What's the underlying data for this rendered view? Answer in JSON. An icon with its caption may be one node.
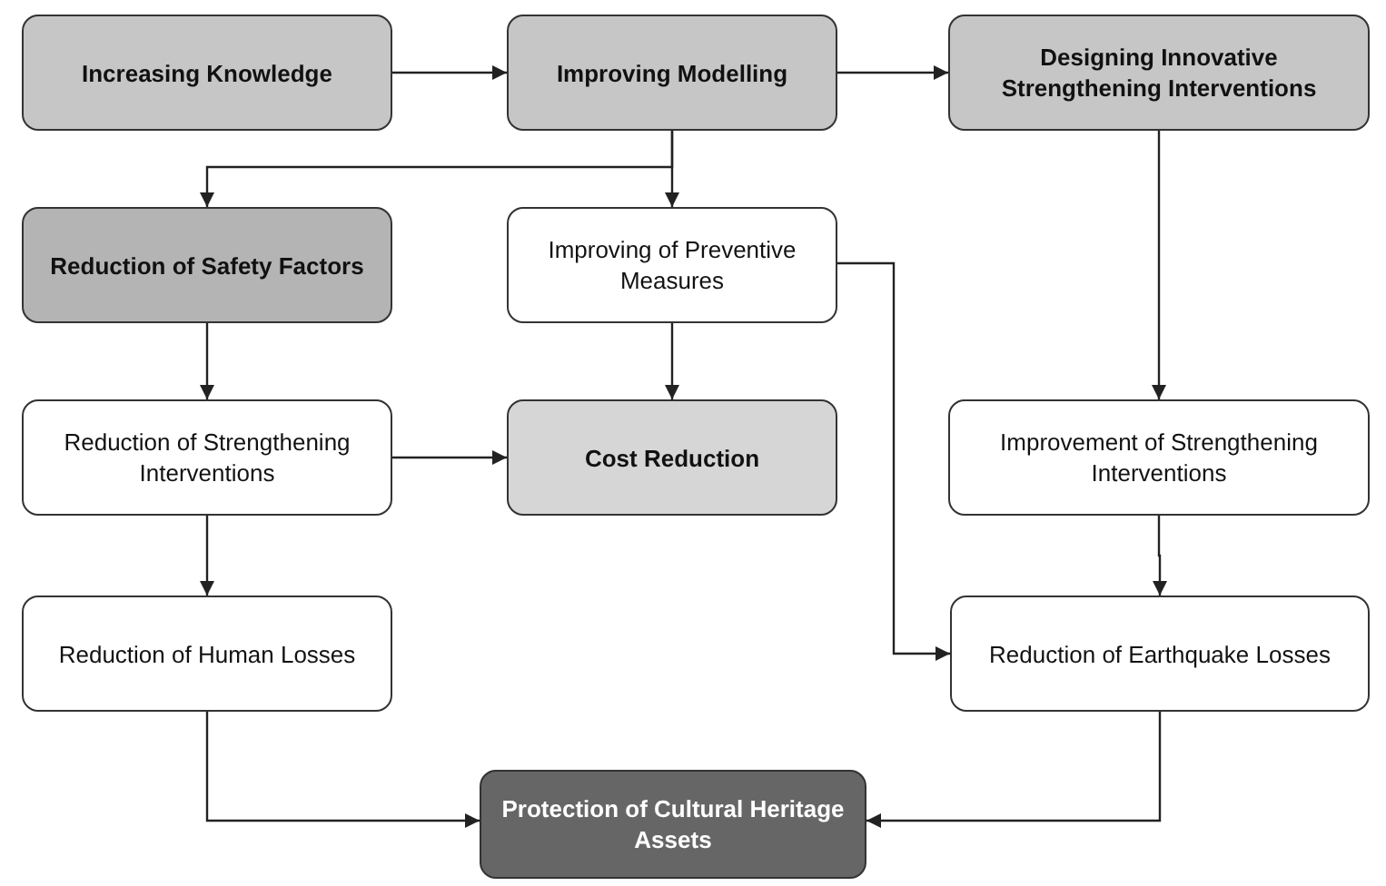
{
  "diagram": {
    "nodes": [
      {
        "text": [
          "Increasing Knowledge"
        ]
      },
      {
        "text": [
          "Improving Modelling"
        ]
      },
      {
        "text": [
          "Designing Innovative Strengthening Interventions"
        ]
      },
      {
        "text": [
          "Reduction of Safety Factors"
        ]
      },
      {
        "text": [
          "Improving of Preventive Measures"
        ]
      },
      {
        "text": [
          "Reduction of Strengthening Interventions"
        ]
      },
      {
        "text": [
          "Cost Reduction"
        ]
      },
      {
        "text": [
          "Improvement of Strengthening Interventions"
        ]
      },
      {
        "text": [
          "Reduction of Human Losses"
        ]
      },
      {
        "text": [
          "Reduction of Earthquake Losses"
        ]
      },
      {
        "text": [
          "Protection of Cultural Heritage Assets"
        ]
      }
    ],
    "edges": [
      {
        "from": 0,
        "to": 1,
        "arrow": "to"
      },
      {
        "from": 1,
        "to": 2,
        "arrow": "to"
      },
      {
        "from": 1,
        "to": 3,
        "arrow": "to"
      },
      {
        "from": 1,
        "to": 4,
        "arrow": "to"
      },
      {
        "from": 2,
        "to": 7,
        "arrow": "to"
      },
      {
        "from": 3,
        "to": 5,
        "arrow": "to"
      },
      {
        "from": 4,
        "to": 6,
        "arrow": "to"
      },
      {
        "from": 5,
        "to": 6,
        "arrow": "to"
      },
      {
        "from": 4,
        "to": 9,
        "arrow": "to"
      },
      {
        "from": 5,
        "to": 8,
        "arrow": "to"
      },
      {
        "from": 7,
        "to": 9,
        "arrow": "to"
      },
      {
        "from": 8,
        "to": 10,
        "arrow": "to"
      },
      {
        "from": 9,
        "to": 10,
        "arrow": "to"
      }
    ]
  }
}
